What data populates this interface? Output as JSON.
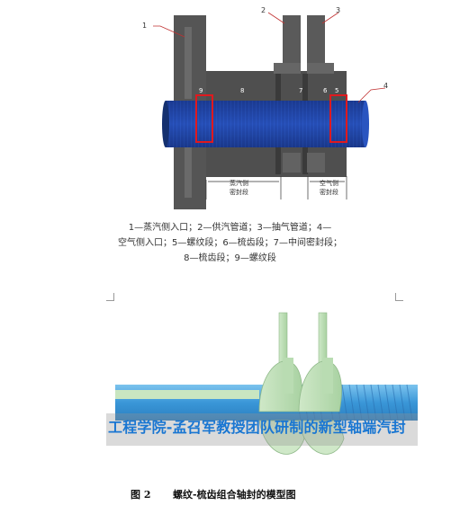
{
  "diagram": {
    "callouts": [
      "1",
      "2",
      "3",
      "4"
    ],
    "segments": [
      "9",
      "8",
      "7",
      "6",
      "5"
    ],
    "dimension_steam": [
      "蒸汽侧",
      "密封段"
    ],
    "dimension_air": [
      "空气侧",
      "密封段"
    ],
    "colors": {
      "casing": "#505050",
      "shaft": "#1d3f9e",
      "highlight_box": "#e0191e",
      "model_shaft": "#4fa3dc",
      "model_gland": "#b5d8b0"
    }
  },
  "legend_lines": [
    "1—蒸汽侧入口；2—供汽管道；3—抽气管道；4—",
    "空气侧入口；5—螺纹段；6—梳齿段；7—中间密封段；",
    "8—梳齿段；9—螺纹段"
  ],
  "model": {
    "overlay_text": "工程学院-孟召军教授团队研制的新型轴端汽封"
  },
  "figure": {
    "number": "图 2",
    "title": "螺纹-梳齿组合轴封的模型图"
  }
}
